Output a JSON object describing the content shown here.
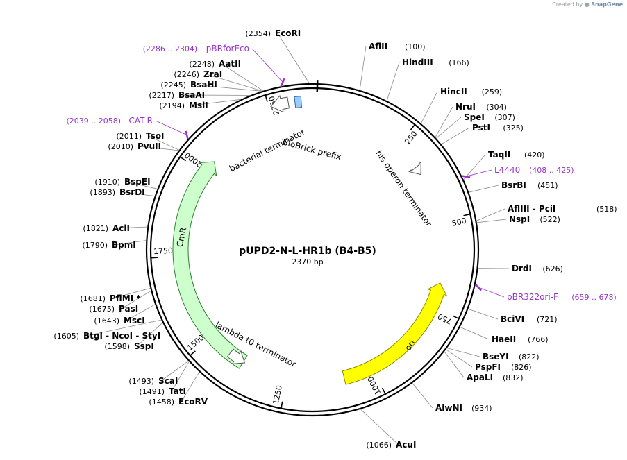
{
  "credit": {
    "prefix": "Created by",
    "brand": "SnapGene"
  },
  "plasmid": {
    "name": "pUPD2-N-L-HR1b (B4-B5)",
    "size_label": "2370 bp",
    "length": 2370
  },
  "ticks": [
    "250",
    "500",
    "750",
    "1000",
    "1250",
    "1500",
    "1750",
    "2000",
    "2250"
  ],
  "features": [
    {
      "label": "CmR",
      "start": 1385,
      "end": 2045,
      "strand": -1,
      "color": "#ccffcc",
      "stroke": "#2e7d2e"
    },
    {
      "label": "ori",
      "start": 1085,
      "end": 680,
      "strand": -1,
      "color": "#ffff00",
      "stroke": "#8a8a00"
    },
    {
      "label": "bacterial terminator",
      "start": 2300,
      "end": 2255,
      "strand": -1,
      "color": "#ffffff",
      "stroke": "#555555"
    },
    {
      "label": "BioBrick prefix",
      "start": 2333,
      "end": 2317,
      "color": "#99ccff"
    },
    {
      "label": "his operon terminator",
      "start": 330,
      "end": 355,
      "strand": 1,
      "color": "#ffffff",
      "stroke": "#555555"
    },
    {
      "label": "lambda t0 terminator",
      "start": 1430,
      "end": 1380,
      "strand": -1,
      "color": "#ffffff",
      "stroke": "#555555"
    }
  ],
  "primers": [
    {
      "label": "pBRforEco",
      "range": "(2286 .. 2304)",
      "pos": 2295
    },
    {
      "label": "CAT-R",
      "range": "(2039 .. 2058)",
      "pos": 2048
    },
    {
      "label": "L4440",
      "range": "(408 .. 425)",
      "pos": 416
    },
    {
      "label": "pBR322ori-F",
      "range": "(659 .. 678)",
      "pos": 668
    }
  ],
  "sites": [
    {
      "name": "EcoRI",
      "pos": "(2354)"
    },
    {
      "name": "AflII",
      "pos": "(100)"
    },
    {
      "name": "HindIII",
      "pos": "(166)"
    },
    {
      "name": "HincII",
      "pos": "(259)"
    },
    {
      "name": "NruI",
      "pos": "(304)"
    },
    {
      "name": "SpeI",
      "pos": "(307)"
    },
    {
      "name": "PstI",
      "pos": "(325)"
    },
    {
      "name": "TaqII",
      "pos": "(420)"
    },
    {
      "name": "BsrBI",
      "pos": "(451)"
    },
    {
      "name": "AflIII",
      "pos": "(518)",
      "name2": "PciI"
    },
    {
      "name": "NspI",
      "pos": "(522)"
    },
    {
      "name": "DrdI",
      "pos": "(626)"
    },
    {
      "name": "BciVI",
      "pos": "(721)"
    },
    {
      "name": "HaeII",
      "pos": "(766)"
    },
    {
      "name": "BseYI",
      "pos": "(822)"
    },
    {
      "name": "PspFI",
      "pos": "(826)"
    },
    {
      "name": "ApaLI",
      "pos": "(832)"
    },
    {
      "name": "AlwNI",
      "pos": "(934)"
    },
    {
      "name": "AcuI",
      "pos": "(1066)"
    },
    {
      "name": "EcoRV",
      "pos": "(1458)"
    },
    {
      "name": "TatI",
      "pos": "(1491)"
    },
    {
      "name": "ScaI",
      "pos": "(1493)"
    },
    {
      "name": "SspI",
      "pos": "(1598)"
    },
    {
      "name": "BtgI",
      "pos": "(1605)",
      "name2": "NcoI",
      "name3": "StyI"
    },
    {
      "name": "MscI",
      "pos": "(1643)"
    },
    {
      "name": "PasI",
      "pos": "(1675)"
    },
    {
      "name": "PflMI *",
      "pos": "(1681)"
    },
    {
      "name": "BpmI",
      "pos": "(1790)"
    },
    {
      "name": "AclI",
      "pos": "(1821)"
    },
    {
      "name": "BsrDI",
      "pos": "(1893)"
    },
    {
      "name": "BspEI",
      "pos": "(1910)"
    },
    {
      "name": "PvuII",
      "pos": "(2010)"
    },
    {
      "name": "TsoI",
      "pos": "(2011)"
    },
    {
      "name": "MslI",
      "pos": "(2194)"
    },
    {
      "name": "BsaAI",
      "pos": "(2217)"
    },
    {
      "name": "BsaHI",
      "pos": "(2245)"
    },
    {
      "name": "ZraI",
      "pos": "(2246)"
    },
    {
      "name": "AatII",
      "pos": "(2248)"
    }
  ]
}
